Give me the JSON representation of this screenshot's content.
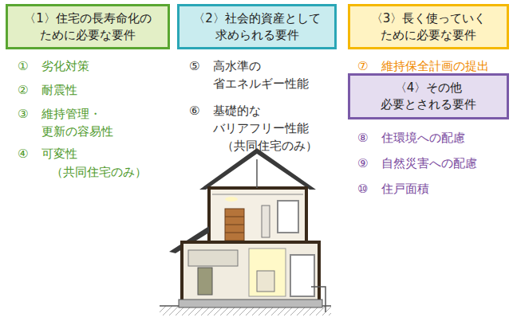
{
  "diagram": {
    "nodes": [
      {
        "text": [
          "〈1〉住宅の長寿命化の ために必要な要件"
        ]
      },
      {
        "text": [
          "〈2〉社会的資産として 求められる要件"
        ]
      },
      {
        "text": [
          "〈3〉長く使っていく ために必要な要件"
        ]
      },
      {
        "text": [
          "〈4〉その他 必要とされる要件"
        ]
      }
    ],
    "labels": [
      "①",
      "劣化対策",
      "②",
      "耐震性",
      "③",
      "維持管理・ 更新の容易性",
      "④",
      "可変性",
      "（共同住宅のみ）",
      "⑤",
      "高水準の 省エネルギー性能",
      "⑥",
      "基礎的な バリアフリー性能",
      "（共同住宅のみ）",
      "⑦",
      "維持保全計画の提出",
      "⑧",
      "住環境への配慮",
      "⑨",
      "自然災害への配慮",
      "⑩",
      "住戸面積"
    ]
  }
}
